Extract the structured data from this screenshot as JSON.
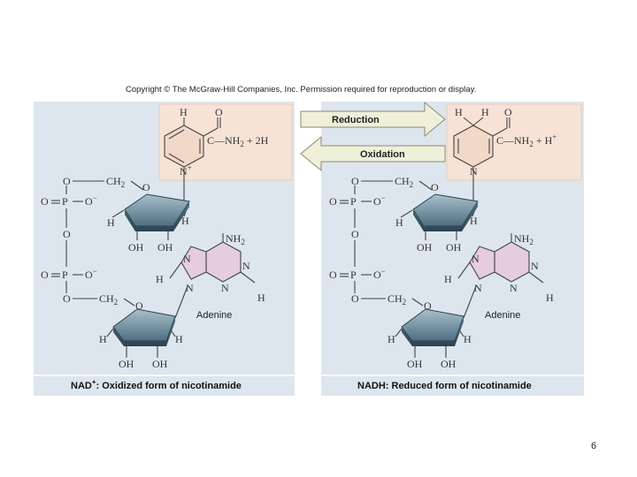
{
  "header": {
    "copyright": "Copyright © The McGraw-Hill Companies, Inc. Permission required for reproduction or display."
  },
  "arrows": {
    "reduction": "Reduction",
    "oxidation": "Oxidation"
  },
  "left_panel": {
    "caption_prefix": "NAD",
    "caption_sup": "+",
    "caption_rest": ": Oxidized form of nicotinamide",
    "amide_tail": "C—NH",
    "amide_sub": "2",
    "amide_extra": " + 2H",
    "adenine_label": "Adenine"
  },
  "right_panel": {
    "caption": "NADH: Reduced form of nicotinamide",
    "amide_tail": "C—NH",
    "amide_sub": "2",
    "amide_extra": " + H",
    "amide_sup": "+",
    "adenine_label": "Adenine"
  },
  "atoms": {
    "H": "H",
    "O": "O",
    "N": "N",
    "P": "P",
    "OH": "OH",
    "NH2": "NH",
    "two": "2",
    "minus": "−",
    "plus": "+",
    "CH2": "CH",
    "O_minus": "O"
  },
  "colors": {
    "panel_bg": "#dde6ee",
    "ring_highlight": "#f7e3d6",
    "adenine_fill": "#e6cce0",
    "sugar_fill": "#6f8fa1",
    "arrow_fill": "#eef0d8"
  },
  "page": {
    "number": "6"
  }
}
